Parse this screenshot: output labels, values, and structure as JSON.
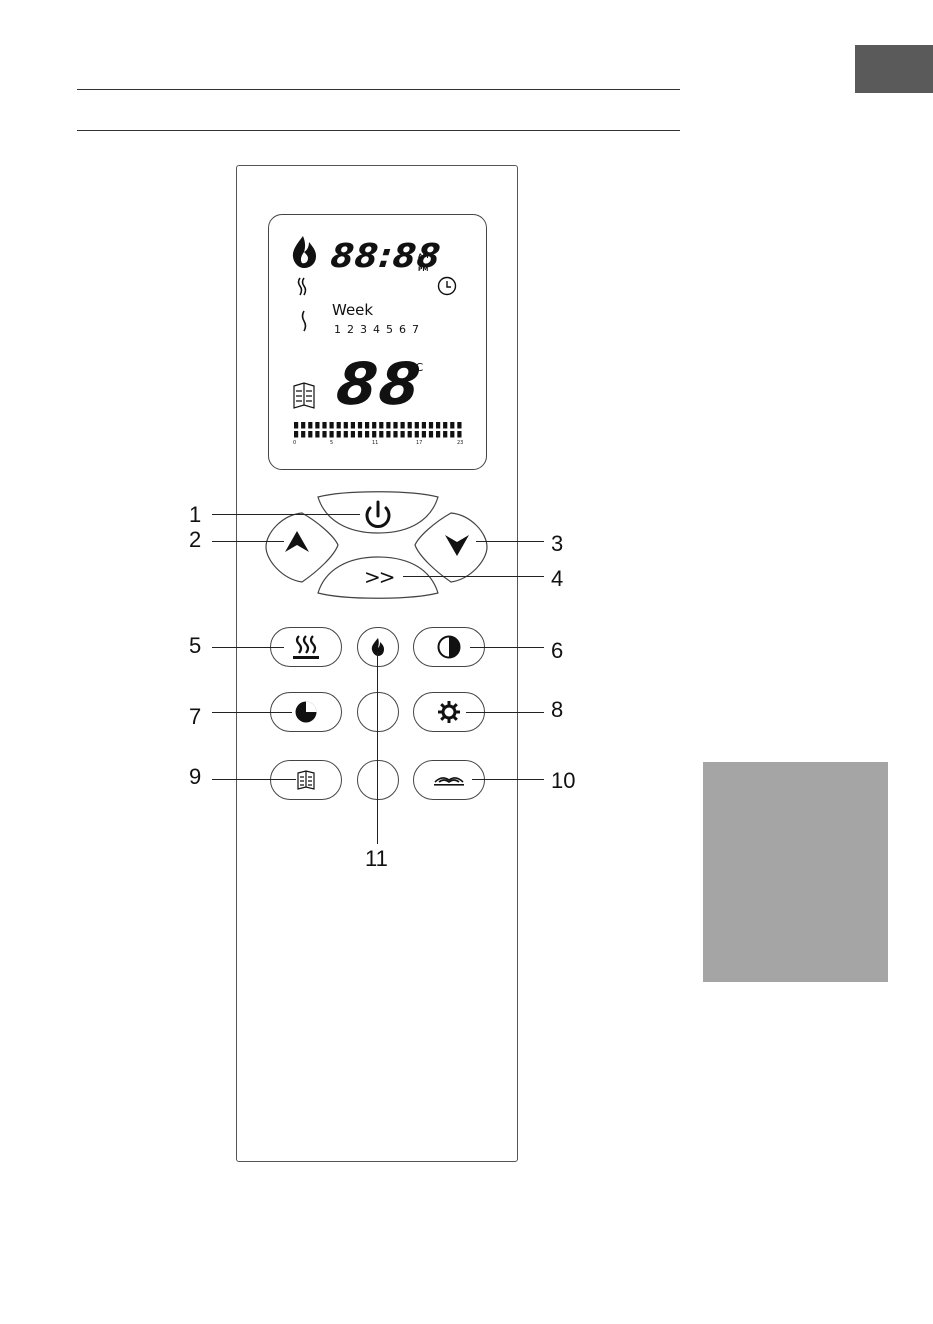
{
  "lcd": {
    "time_digits": "88:88",
    "am": "AM",
    "pm": "PM",
    "week_label": "Week",
    "week_days": [
      "1",
      "2",
      "3",
      "4",
      "5",
      "6",
      "7"
    ],
    "temp_digits": "88",
    "temp_unit": "°C",
    "hour_labels": [
      "0",
      "5",
      "11",
      "17",
      "23"
    ]
  },
  "buttons": {
    "fast_forward_glyph": ">>"
  },
  "callouts": [
    "1",
    "2",
    "3",
    "4",
    "5",
    "6",
    "7",
    "8",
    "9",
    "10",
    "11"
  ]
}
